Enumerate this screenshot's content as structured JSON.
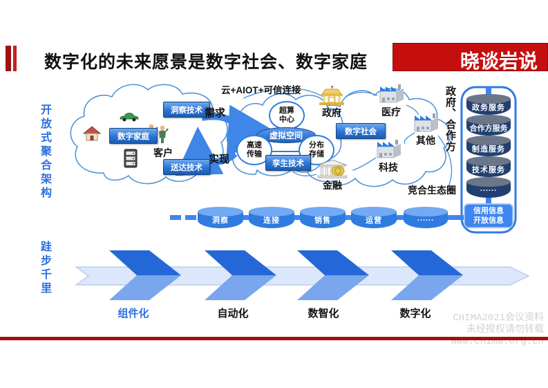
{
  "header": {
    "title": "数字化的未来愿景是数字社会、数字家庭",
    "brand": "晓谈岩说"
  },
  "left_labels": {
    "architecture": "开放式聚合架构",
    "journey": "跬步千里"
  },
  "diagram": {
    "top_label": "云+AIOT+可信连接",
    "left_cloud": {
      "insight_tech": "洞察技术",
      "demand": "需求",
      "digital_home": "数字家庭",
      "customer": "客户",
      "realize": "实现",
      "delivery_tech": "送达技术"
    },
    "middle_cloud": {
      "supercomputing_center": "超算中心",
      "virtual_space": "虚拟空间",
      "high_speed_transfer": "高速传输",
      "distributed_storage": "分布存储",
      "twin_tech": "孪生技术"
    },
    "right_cloud": {
      "government": "政府",
      "medical": "医疗",
      "digital_society": "数字社会",
      "other": "其他",
      "technology": "科技",
      "finance": "金融"
    },
    "partners_label": "政府、合作方",
    "ecosystem_label": "竞合生态圈",
    "services": [
      "政务服务",
      "合作方服务",
      "制造服务",
      "技术服务",
      "......"
    ],
    "info_box": {
      "line1": "信用信息",
      "line2": "开放信息"
    },
    "pipeline": [
      "洞察",
      "连接",
      "销售",
      "运营",
      "......"
    ]
  },
  "stages": [
    {
      "label": "组件化"
    },
    {
      "label": "自动化"
    },
    {
      "label": "数智化"
    },
    {
      "label": "数字化"
    }
  ],
  "watermark": {
    "line1": "CHIMA2021会议资料",
    "line2": "未经授权请勿转载",
    "line3": "www.chima.org.cn"
  },
  "icons": {
    "house-icon": "🏠",
    "car-icon": "🚗",
    "customers-icon": "👥",
    "server-icon": "🗄",
    "government-building-icon": "🏛",
    "factory-icon": "🏭",
    "bank-icon": "🏦"
  },
  "colors": {
    "brand_red": "#c50f0f",
    "primary_blue": "#2f7be0",
    "navy": "#22406f",
    "stage_highlight": "#2b6fe0",
    "band_fill": "#dce7fb"
  }
}
